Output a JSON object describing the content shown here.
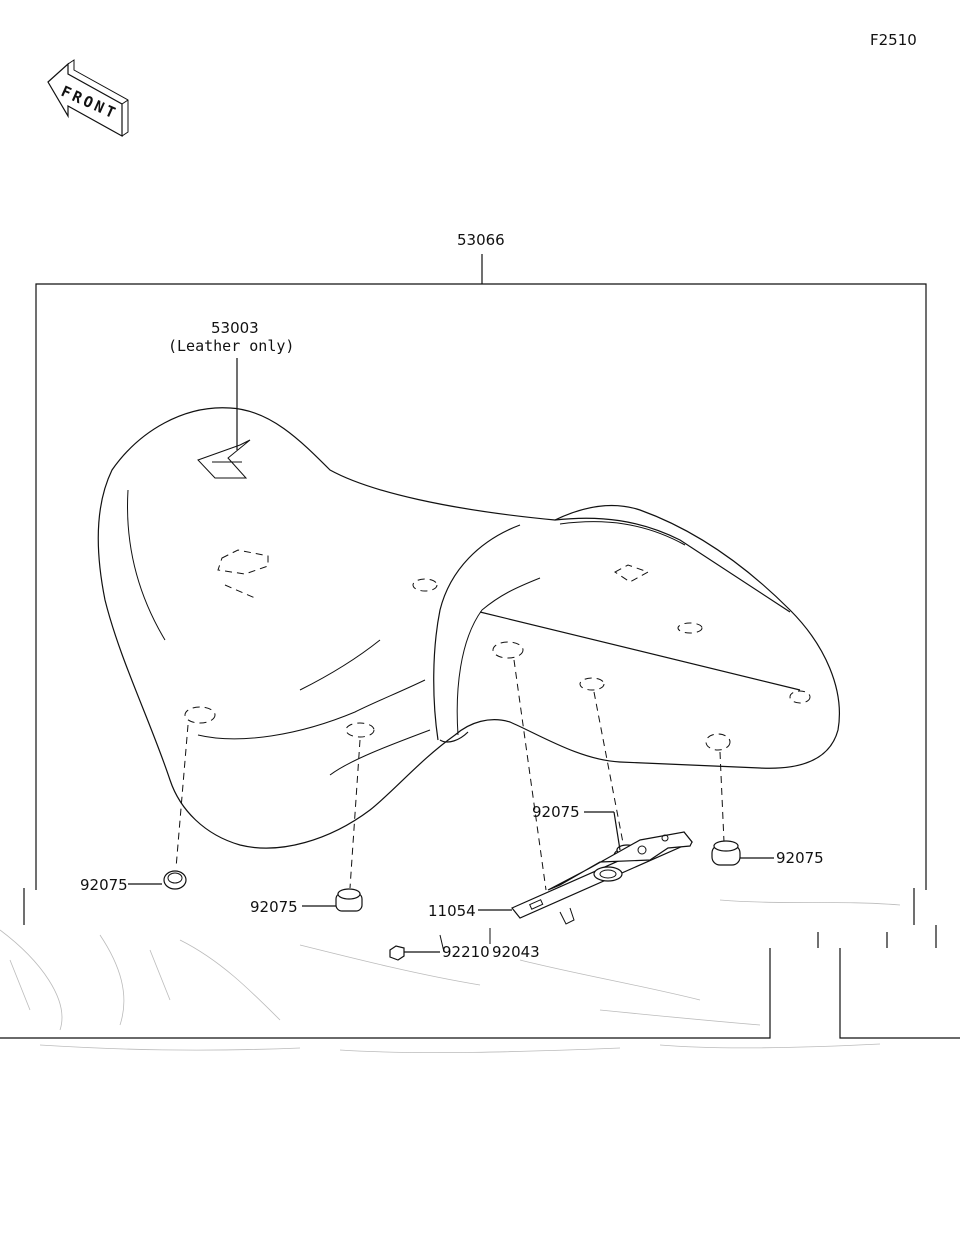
{
  "figure_code": "F2510",
  "front_badge": {
    "label": "FRONT",
    "icon": "front-arrow-icon"
  },
  "assembly": {
    "code": "53066"
  },
  "cover": {
    "code": "53003",
    "note": "(Leather only)"
  },
  "callouts": {
    "damper_left": "92075",
    "damper_center": "92075",
    "damper_rear_mid": "92075",
    "damper_rear_right": "92075",
    "bracket": "11054",
    "nut": "92210",
    "bolt": "92043"
  },
  "colors": {
    "line": "#111111",
    "background": "#ffffff",
    "scan_noise": "#bbbbbb"
  }
}
